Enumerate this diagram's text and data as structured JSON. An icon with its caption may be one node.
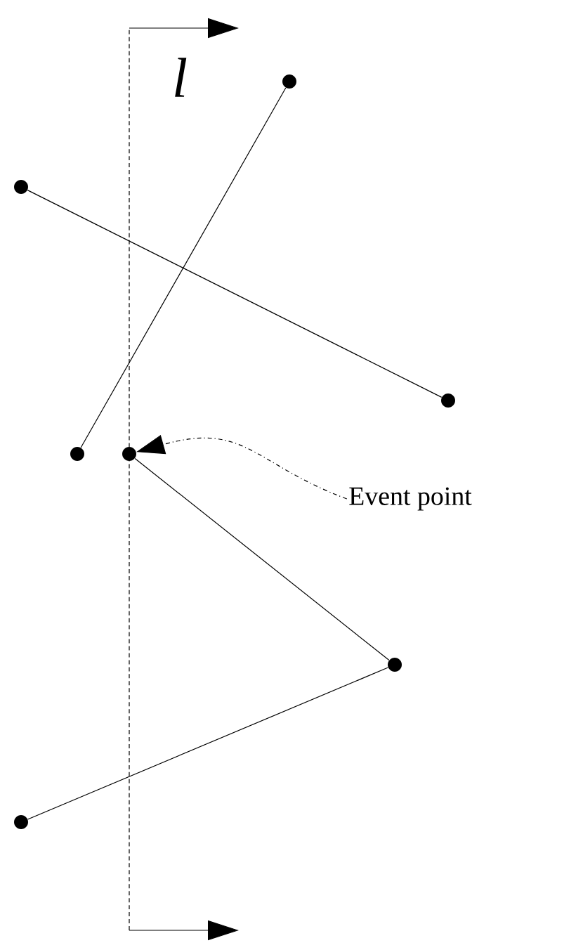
{
  "diagram": {
    "nodes": [
      {
        "text": [],
        "shape": "circle"
      },
      {
        "text": [],
        "shape": "circle"
      },
      {
        "text": [],
        "shape": "circle"
      },
      {
        "text": [],
        "shape": "circle"
      },
      {
        "text": [],
        "shape": "circle"
      },
      {
        "text": [
          "Event point"
        ]
      },
      {
        "text": [],
        "shape": "circle"
      },
      {
        "text": [],
        "shape": "circle"
      }
    ],
    "edges": [
      {
        "from": 1,
        "to": 2,
        "arrow": "none"
      },
      {
        "from": 3,
        "to": 0,
        "arrow": "none"
      },
      {
        "from": 4,
        "to": 6,
        "arrow": "none"
      },
      {
        "from": 6,
        "to": 7,
        "arrow": "none"
      },
      {
        "from": 5,
        "to": 4,
        "arrow": "to",
        "style": "dashed"
      }
    ],
    "labels": [
      "l"
    ]
  }
}
